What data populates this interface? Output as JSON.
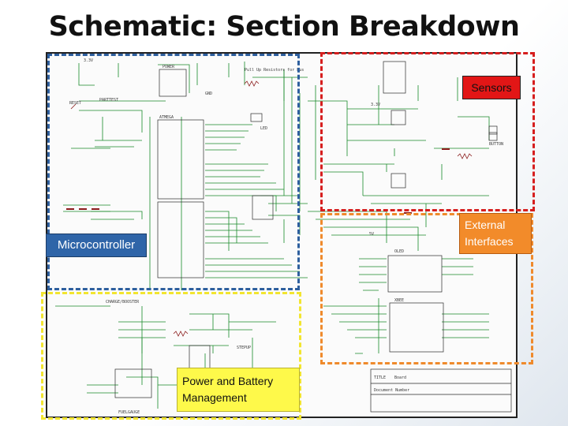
{
  "title": "Schematic: Section Breakdown",
  "callouts": {
    "sensors": "Sensors",
    "microcontroller": "Microcontroller",
    "external_interfaces": "External Interfaces",
    "power": "Power and Battery Management"
  },
  "schematic_labels": {
    "power": "POWER",
    "pullup_note": "Pull Up Resistors for Bus",
    "part_test": "PARTTEST",
    "reset": "RESET",
    "atmega": "ATMEGA",
    "gnd": "GND",
    "v33": "3.3V",
    "led": "LED",
    "button": "BUTTON",
    "xbee": "XBEE",
    "charge_booster": "CHARGE/BOOSTER",
    "title_block_label": "TITLE",
    "board_name": "Board",
    "document_number": "Document Number",
    "fuel_gauge": "FUELGAUGE",
    "stepup": "STEPUP",
    "v5": "5V",
    "oled": "OLED"
  },
  "colors": {
    "microcontroller": "#2e5f9e",
    "sensors": "#d61e1e",
    "external_interfaces": "#ef8a2c",
    "power": "#f2e530",
    "wire": "#1a8a2a"
  }
}
